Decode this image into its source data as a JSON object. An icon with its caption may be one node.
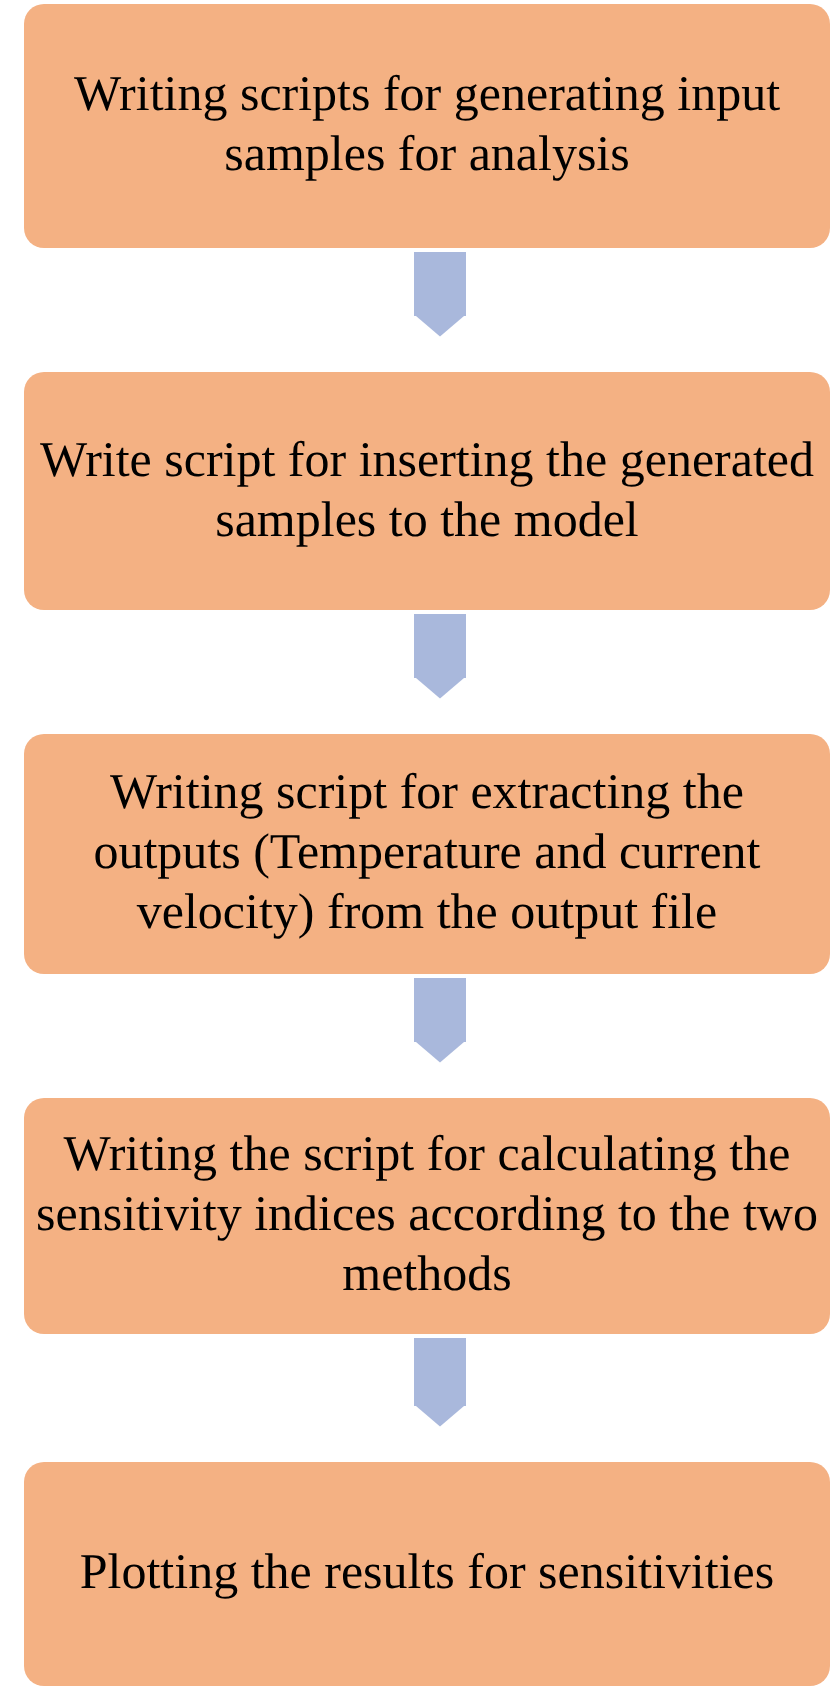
{
  "diagram": {
    "nodes": [
      {
        "text": [
          "Writing scripts for generating input samples for analysis"
        ]
      },
      {
        "text": [
          "Write script for inserting the generated samples to the model"
        ]
      },
      {
        "text": [
          "Writing script for extracting the outputs (Temperature and current velocity) from the output file"
        ]
      },
      {
        "text": [
          "Writing the script for calculating the sensitivity indices according to the two methods"
        ]
      },
      {
        "text": [
          "Plotting the results for sensitivities"
        ]
      }
    ],
    "edges": [
      {
        "from": 0,
        "to": 1,
        "arrow": "to"
      },
      {
        "from": 1,
        "to": 2,
        "arrow": "to"
      },
      {
        "from": 2,
        "to": 3,
        "arrow": "to"
      },
      {
        "from": 3,
        "to": 4,
        "arrow": "to"
      }
    ]
  }
}
